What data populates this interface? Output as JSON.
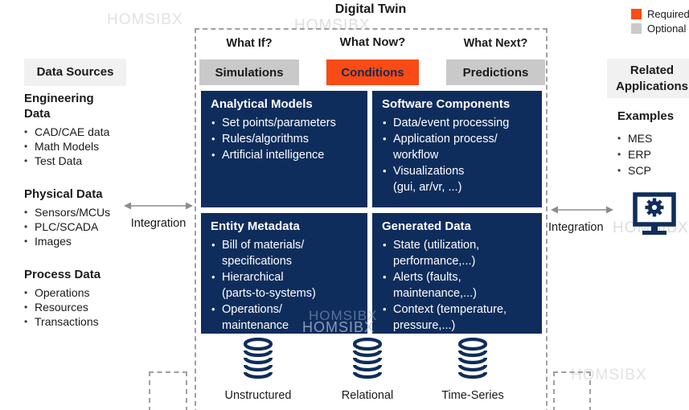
{
  "watermark_text": "HOMSIBX",
  "title": "Digital Twin",
  "legend": {
    "required_label": "Required",
    "optional_label": "Optional"
  },
  "colors": {
    "required_orange": "#F94B16",
    "optional_gray": "#C9C9C9",
    "navy": "#0F2D5C"
  },
  "data_sources": {
    "header": "Data Sources",
    "sections": [
      {
        "title": "Engineering\nData",
        "items": [
          "CAD/CAE data",
          "Math Models",
          "Test Data"
        ]
      },
      {
        "title": "Physical Data",
        "items": [
          "Sensors/MCUs",
          "PLC/SCADA",
          "Images"
        ]
      },
      {
        "title": "Process Data",
        "items": [
          "Operations",
          "Resources",
          "Transactions"
        ]
      }
    ]
  },
  "integration": {
    "left_label": "Integration",
    "right_label": "Integration"
  },
  "digital_twin": {
    "questions": [
      "What If?",
      "What Now?",
      "What Next?"
    ],
    "modes": [
      {
        "label": "Simulations",
        "type": "optional"
      },
      {
        "label": "Conditions",
        "type": "required"
      },
      {
        "label": "Predictions",
        "type": "optional"
      }
    ],
    "boxes": [
      {
        "title": "Analytical Models",
        "items": [
          "Set points/parameters",
          "Rules/algorithms",
          "Artificial intelligence"
        ]
      },
      {
        "title": "Software Components",
        "items": [
          "Data/event processing",
          "Application process/\nworkflow",
          "Visualizations\n(gui, ar/vr, ...)"
        ]
      },
      {
        "title": "Entity Metadata",
        "items": [
          "Bill of materials/\nspecifications",
          "Hierarchical\n(parts-to-systems)",
          "Operations/\nmaintenance"
        ]
      },
      {
        "title": "Generated Data",
        "items": [
          "State (utilization,\nperformance,...)",
          "Alerts (faults,\nmaintenance,...)",
          "Context (temperature,\npressure,...)"
        ]
      }
    ],
    "storages": [
      "Unstructured",
      "Relational",
      "Time-Series"
    ]
  },
  "related_applications": {
    "header": "Related Applications",
    "examples_title": "Examples",
    "items": [
      "MES",
      "ERP",
      "SCP"
    ]
  }
}
